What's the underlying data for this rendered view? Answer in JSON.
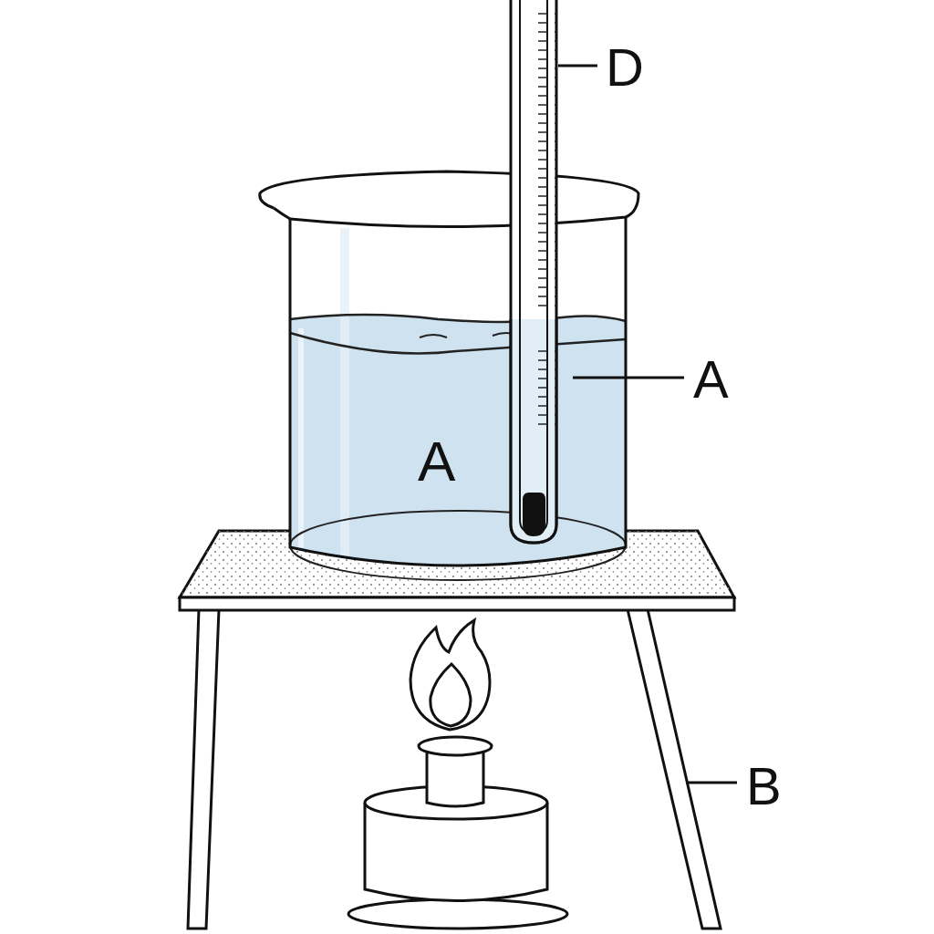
{
  "diagram": {
    "labels": [
      "D",
      "A",
      "A",
      "B"
    ]
  }
}
